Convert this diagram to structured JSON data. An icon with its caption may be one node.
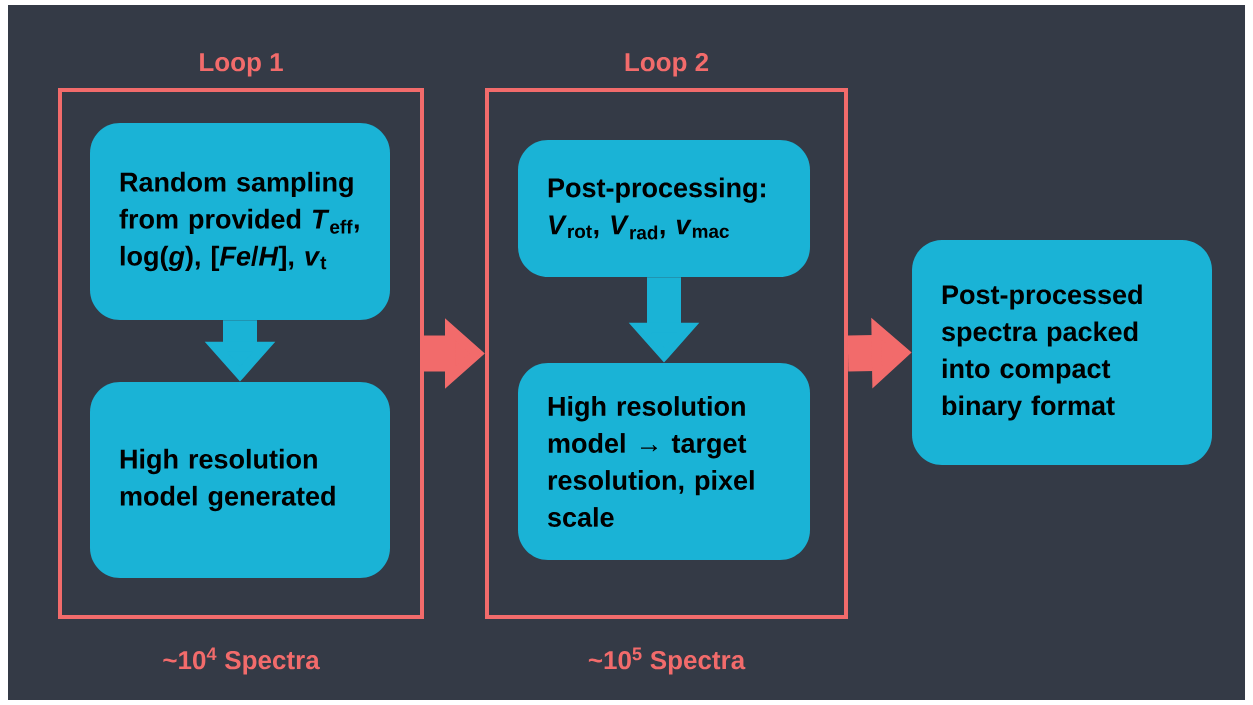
{
  "diagram": {
    "nodes": [
      {
        "text": [
          "Loop 1"
        ],
        "beside": [
          "~10$^{4}$ Spectra"
        ]
      },
      {
        "text": [
          "Random sampling from provided *T*$_{eff}$, log(*g*), [*Fe*/*H*], *v*$_{t}$"
        ],
        "in": 0
      },
      {
        "text": [
          "High resolution model generated"
        ],
        "in": 0
      },
      {
        "text": [
          "Loop 2"
        ],
        "beside": [
          "~10$^{5}$ Spectra"
        ]
      },
      {
        "text": [
          "Post-processing: *V*$_{rot}$, *V*$_{rad}$, *v*$_{mac}$"
        ],
        "in": 3
      },
      {
        "text": [
          "High resolution model → target resolution, pixel scale"
        ],
        "in": 3
      },
      {
        "text": [
          "Post-processed spectra packed into compact binary format"
        ]
      }
    ],
    "edges": [
      {
        "from": 1,
        "to": 2,
        "arrow": "to"
      },
      {
        "from": 0,
        "to": 3,
        "arrow": "to",
        "color": "#f26b6b"
      },
      {
        "from": 4,
        "to": 5,
        "arrow": "to"
      },
      {
        "from": 3,
        "to": 6,
        "arrow": "to",
        "color": "#f26b6b"
      }
    ]
  }
}
